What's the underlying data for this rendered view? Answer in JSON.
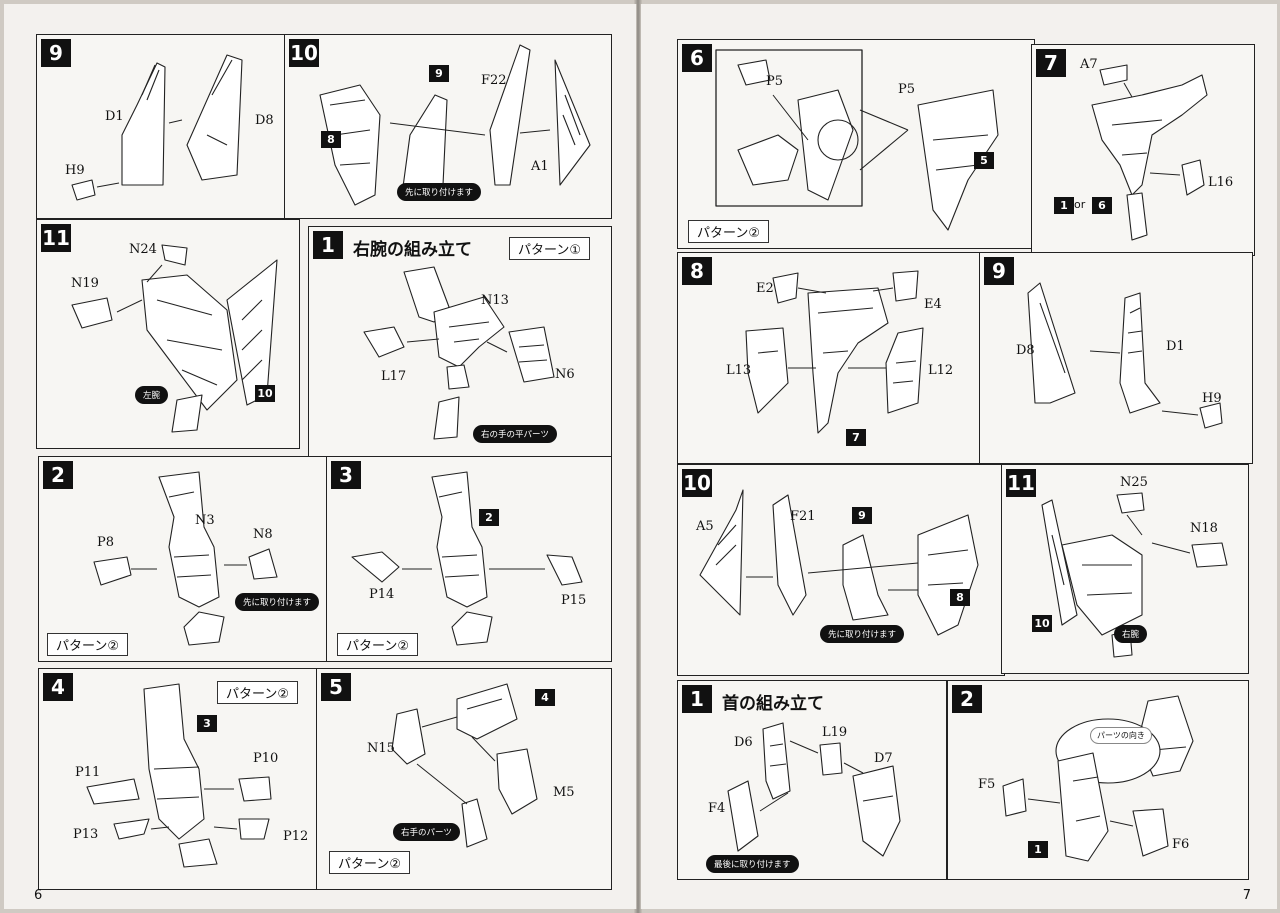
{
  "left_page": {
    "page_number": "6",
    "steps": {
      "s9": {
        "num": "9",
        "parts": [
          "D1",
          "D8",
          "H9"
        ]
      },
      "s10": {
        "num": "10",
        "parts": [
          "F22",
          "A1"
        ],
        "refs": [
          "9",
          "8"
        ],
        "note": "先に取り付けます"
      },
      "s11": {
        "num": "11",
        "parts": [
          "N24",
          "N19"
        ],
        "refs": [
          "10"
        ],
        "note": "左腕"
      },
      "s1": {
        "num": "1",
        "title": "右腕の組み立て",
        "pattern": "パターン①",
        "parts": [
          "N13",
          "L17",
          "N6"
        ],
        "note": "右の手の平パーツ"
      },
      "s2": {
        "num": "2",
        "parts": [
          "N3",
          "N8",
          "P8"
        ],
        "note": "先に取り付けます",
        "pattern": "パターン②"
      },
      "s3": {
        "num": "3",
        "parts": [
          "P14",
          "P15"
        ],
        "refs": [
          "2"
        ],
        "pattern": "パターン②"
      },
      "s4": {
        "num": "4",
        "parts": [
          "P11",
          "P10",
          "P13",
          "P12"
        ],
        "refs": [
          "3"
        ],
        "pattern": "パターン②"
      },
      "s5": {
        "num": "5",
        "parts": [
          "N15",
          "M5"
        ],
        "refs": [
          "4"
        ],
        "note": "右手のパーツ",
        "pattern": "パターン②"
      }
    }
  },
  "right_page": {
    "page_number": "7",
    "steps": {
      "s6": {
        "num": "6",
        "parts": [
          "P5",
          "P5"
        ],
        "refs": [
          "5"
        ],
        "pattern": "パターン②"
      },
      "s7": {
        "num": "7",
        "parts": [
          "A7",
          "L16"
        ],
        "refs": [
          "1",
          "6"
        ],
        "or_text": "or"
      },
      "s8": {
        "num": "8",
        "parts": [
          "E2",
          "E4",
          "L13",
          "L12"
        ],
        "refs": [
          "7"
        ]
      },
      "s9": {
        "num": "9",
        "parts": [
          "D8",
          "D1",
          "H9"
        ]
      },
      "s10": {
        "num": "10",
        "parts": [
          "A5",
          "F21"
        ],
        "refs": [
          "9",
          "8"
        ],
        "note": "先に取り付けます"
      },
      "s11": {
        "num": "11",
        "parts": [
          "N25",
          "N18"
        ],
        "refs": [
          "10"
        ],
        "note": "右腕"
      },
      "n1": {
        "num": "1",
        "title": "首の組み立て",
        "parts": [
          "D6",
          "L19",
          "D7",
          "F4"
        ],
        "note": "最後に取り付けます"
      },
      "n2": {
        "num": "2",
        "parts": [
          "F5",
          "F6"
        ],
        "refs": [
          "1"
        ],
        "bubble": "パーツの向き"
      }
    }
  }
}
